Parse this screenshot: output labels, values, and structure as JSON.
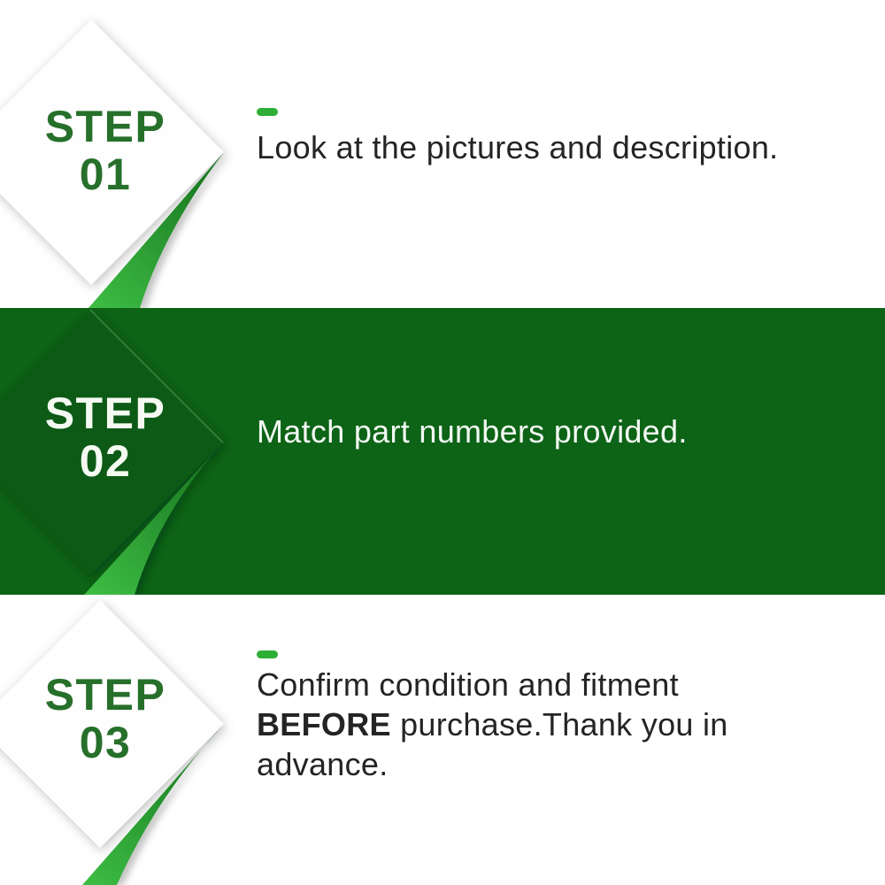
{
  "colors": {
    "background": "#ffffff",
    "banner_green": "#0d6316",
    "step_label_green": "#27702b",
    "step_label_white": "#f4faf2",
    "body_text_dark": "#242424",
    "body_text_light": "#f3f9f3",
    "dash_green": "#2fae36",
    "swoosh_dark": "#156f1b",
    "swoosh_bright": "#3cbb43",
    "diamond_white": "#fefefe",
    "diamond_green": "#0b5a12"
  },
  "steps": [
    {
      "label": "STEP",
      "number": "01",
      "text_pre": "Look at the pictures and description.",
      "text_bold": "",
      "text_post": ""
    },
    {
      "label": "STEP",
      "number": "02",
      "text_pre": "Match part numbers provided.",
      "text_bold": "",
      "text_post": ""
    },
    {
      "label": "STEP",
      "number": "03",
      "text_pre": "Confirm condition and fitment ",
      "text_bold": "BEFORE",
      "text_post": " purchase.Thank you in advance."
    }
  ]
}
